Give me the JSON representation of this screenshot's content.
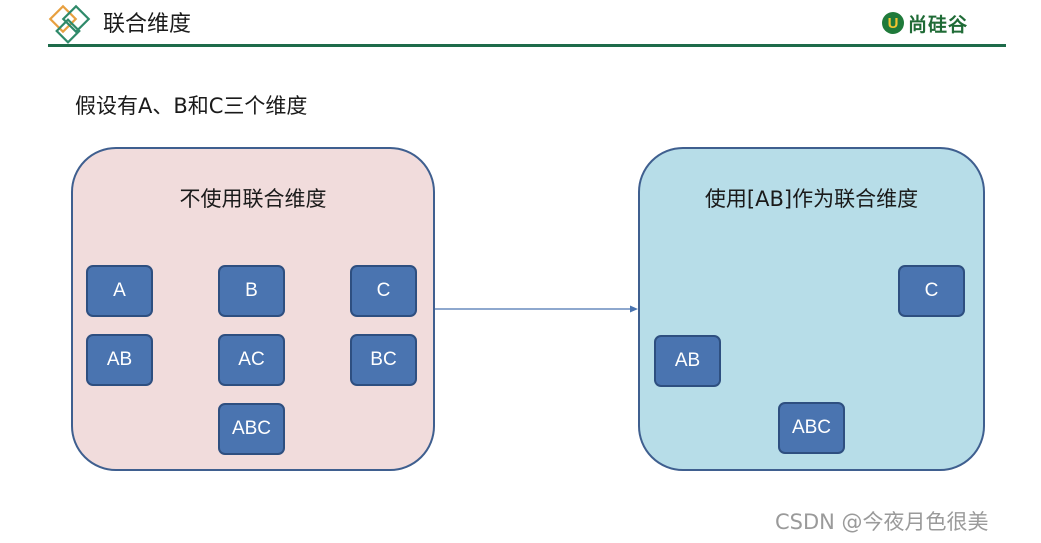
{
  "header": {
    "title": "联合维度",
    "brand_mark": "U",
    "brand_text": "尚硅谷"
  },
  "intro": "假设有A、B和C三个维度",
  "left_panel": {
    "title": "不使用联合维度",
    "boxes": [
      "A",
      "B",
      "C",
      "AB",
      "AC",
      "BC",
      "ABC"
    ]
  },
  "right_panel": {
    "title": "使用[AB]作为联合维度",
    "boxes": [
      "C",
      "AB",
      "ABC"
    ]
  },
  "watermark": "CSDN @今夜月色很美",
  "colors": {
    "left_panel_fill": "#f1dcdc",
    "right_panel_fill": "#b7dde8",
    "box_fill": "#4a74b0",
    "header_rule": "#1e6b4a"
  }
}
